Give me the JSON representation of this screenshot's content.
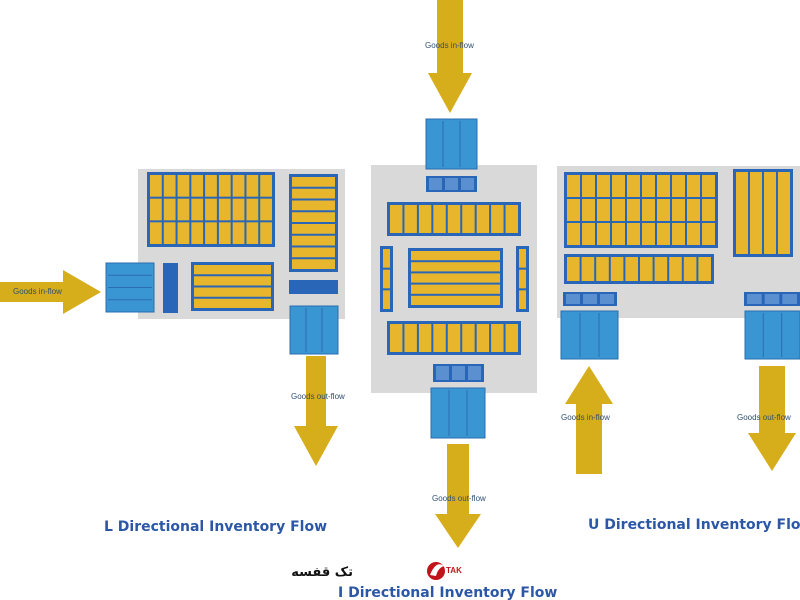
{
  "labels": {
    "goods_in": "Goods in-flow",
    "goods_out": "Goods out-flow"
  },
  "titles": {
    "l_flow": "L Directional Inventory Flow",
    "i_flow": "I Directional Inventory Flow",
    "u_flow": "U Directional Inventory Flow"
  },
  "logo": {
    "text": "تک قفسه",
    "mark": "TAK"
  },
  "colors": {
    "arrow": "#d6ad1b",
    "rack_blue": "#2a66b8",
    "rack_cell": "#e8b62c",
    "dock_blue": "#3a95d3",
    "floor_gray": "#d9d9d9",
    "title_blue": "#2b57a6"
  }
}
